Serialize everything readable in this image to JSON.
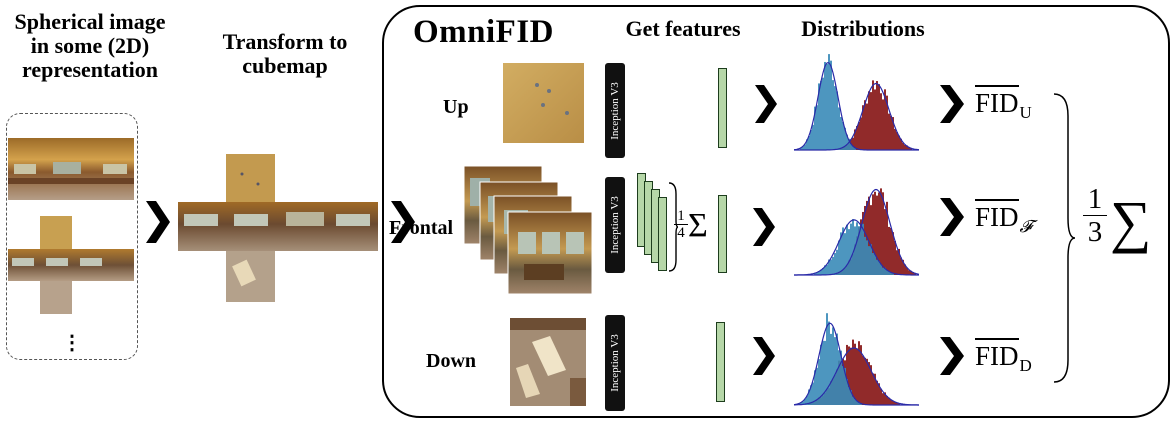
{
  "headings": {
    "input": [
      "Spherical image",
      "in some (2D)",
      "representation"
    ],
    "transform": [
      "Transform to",
      "cubemap"
    ],
    "get_features": "Get features",
    "distributions": "Distributions"
  },
  "omnifid_title": "OmniFID",
  "input_ellipsis": "⋮",
  "rows": [
    {
      "label": "Up",
      "fid_name": "FID",
      "fid_sub": "U",
      "inception": "Inception V3"
    },
    {
      "label": "Frontal",
      "fid_name": "FID",
      "fid_sub": "𝓕",
      "inception": "Inception V3"
    },
    {
      "label": "Down",
      "fid_name": "FID",
      "fid_sub": "D",
      "inception": "Inception V3"
    }
  ],
  "frontal_average": {
    "numerator": "1",
    "denominator": "4",
    "symbol": "Σ"
  },
  "final_average": {
    "numerator": "1",
    "denominator": "3",
    "symbol": "∑"
  },
  "colors": {
    "histogram_blue": "#3a8bb8",
    "histogram_red": "#8b1f1f",
    "fit_curve": "#2a2aa8",
    "feature_vector": "#b6d7a8",
    "room_warm": "#c08a3a",
    "room_floor": "#b09a82"
  }
}
